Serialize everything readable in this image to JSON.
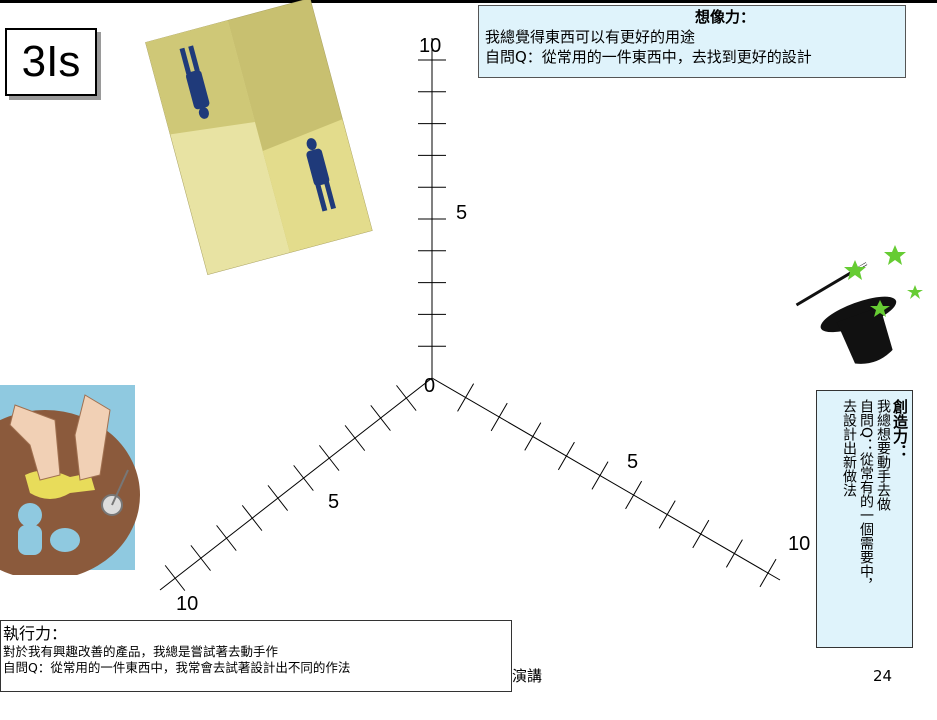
{
  "logo": {
    "text": "3Is"
  },
  "imagination": {
    "title": "想像力：",
    "line1": "我總覺得東西可以有更好的用途",
    "line2": "自問Q：從常用的一件東西中，去找到更好的設計"
  },
  "creativity": {
    "title": "創造力：",
    "line1": "我總想要動手去做",
    "line2": "自問Q：從常有的一個需要中，",
    "line3": "去設計出新做法"
  },
  "execution": {
    "title": "執行力：",
    "line1": "對於我有興趣改善的產品，我總是嘗試著去動手作",
    "line2": "自問Q：從常用的一件東西中，我常會去試著設計出不同的作法"
  },
  "axes": {
    "origin_label": "0",
    "vertical": {
      "mid_label": "5",
      "end_label": "10"
    },
    "right": {
      "mid_label": "5",
      "end_label": "10"
    },
    "left": {
      "mid_label": "5",
      "end_label": "10"
    }
  },
  "footer": {
    "partial_text": "演講",
    "page_number": "24"
  },
  "colors": {
    "box_fill": "#dff3fb",
    "room_wall": "#d9d48a",
    "hat": "#111111",
    "star": "#66cc33",
    "water": "#8fc9e0",
    "table": "#8b5a3c",
    "cookie": "#e8dc5a"
  }
}
